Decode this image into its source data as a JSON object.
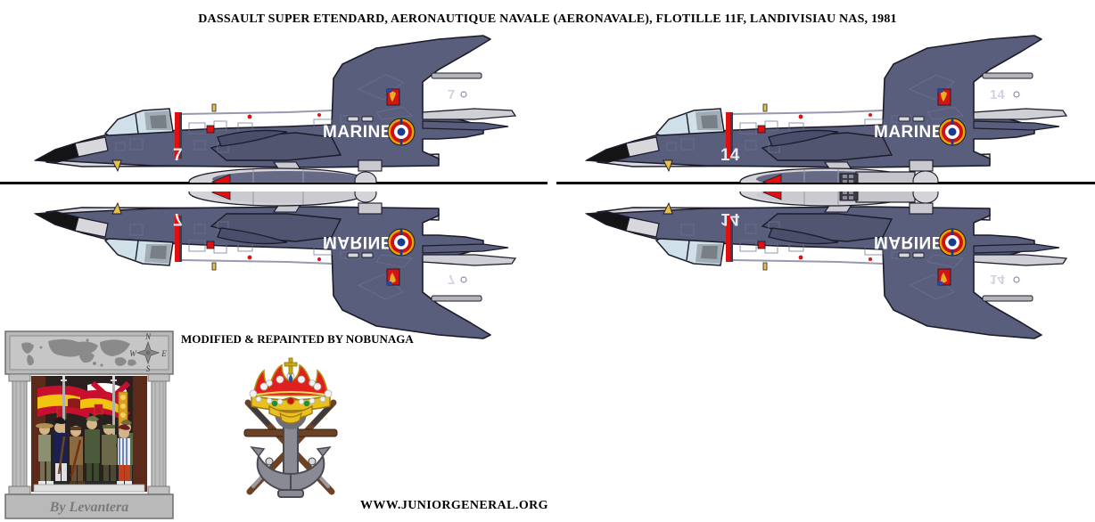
{
  "header": {
    "title": "DASSAULT SUPER ETENDARD, AERONAUTIQUE NAVALE (AERONAVALE), FLOTILLE 11F, LANDIVISIAU NAS, 1981"
  },
  "credits": {
    "modifier": "MODIFIED & REPAINTED BY NOBUNAGA",
    "website": "WWW.JUNIORGENERAL.ORG",
    "artist_plaque": "By Levantera"
  },
  "markings": {
    "service_text": "MARINE",
    "roundel_name": "french-naval-roundel",
    "squadron_badge_name": "flotille-11f-badge"
  },
  "aircraft": [
    {
      "position": "top-left",
      "view": "side-profile-left",
      "side_number": "7",
      "tail_number": "7",
      "service_text": "MARINE",
      "store": "drop-tank",
      "orientation": "upright"
    },
    {
      "position": "top-right",
      "view": "side-profile-left",
      "side_number": "14",
      "tail_number": "14",
      "service_text": "MARINE",
      "store": "exocet-missile-and-tank",
      "orientation": "upright"
    },
    {
      "position": "bottom-left",
      "view": "side-profile-inverted",
      "side_number": "7",
      "tail_number": "7",
      "service_text": "MARINE",
      "store": "drop-tank",
      "orientation": "inverted"
    },
    {
      "position": "bottom-right",
      "view": "side-profile-inverted",
      "side_number": "14",
      "tail_number": "14",
      "service_text": "MARINE",
      "store": "exocet-missile-and-tank",
      "orientation": "inverted"
    }
  ],
  "compass": {
    "north": "N",
    "south": "S",
    "east": "E",
    "west": "W"
  },
  "colors": {
    "fuselage": "#5a5e7d",
    "fuselage_shadow": "#4a4e6a",
    "underside": "#d8d8dc",
    "radome": "#1a1a1a",
    "outline": "#1b1b2a",
    "canopy": "#cfe0e8",
    "red_stripe": "#e01010",
    "roundel_outer": "#e8a400",
    "roundel_red": "#d01010",
    "roundel_white": "#ffffff",
    "roundel_blue": "#1a3c8c",
    "tank_grey": "#d4d4d8",
    "background": "#ffffff",
    "text": "#000000",
    "plaque_stone": "#b4b4b4",
    "crown_gold": "#e8c020",
    "crown_red": "#d81818",
    "anchor_grey": "#6e6e78",
    "rifle_wood": "#6b4226"
  }
}
